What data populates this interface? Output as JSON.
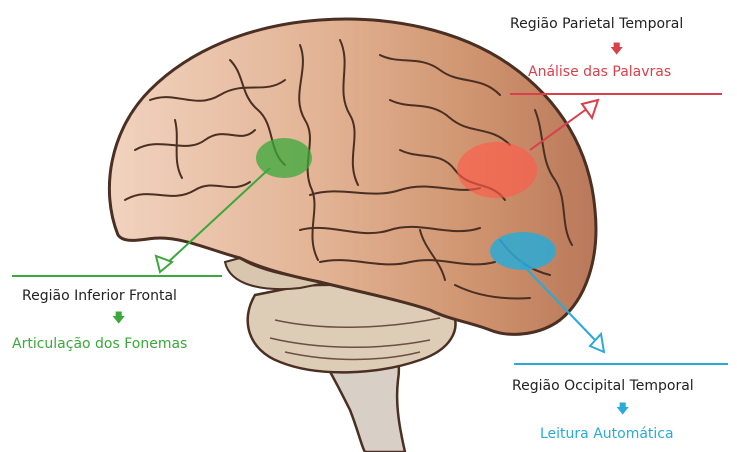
{
  "colors": {
    "green": "#3aa83a",
    "red": "#d9404a",
    "blue": "#2aaad6",
    "text_dark": "#222222",
    "brain_front": "#ecc7ae",
    "brain_back": "#c98a67",
    "brain_outline": "#4a2f22",
    "cerebellum": "#d9c6ae",
    "stem": "#d8cfc6"
  },
  "regions": [
    {
      "key": "frontal",
      "area": "Região Inferior Frontal",
      "function": "Articulação dos Fonemas",
      "color": "#3aa83a",
      "icon": "down-arrow-icon"
    },
    {
      "key": "parietal",
      "area": "Região Parietal Temporal",
      "function": "Análise das Palavras",
      "color": "#d9404a",
      "icon": "down-arrow-icon"
    },
    {
      "key": "occipital",
      "area": "Região Occipital Temporal",
      "function": "Leitura Automática",
      "color": "#2aaad6",
      "icon": "down-arrow-icon"
    }
  ]
}
